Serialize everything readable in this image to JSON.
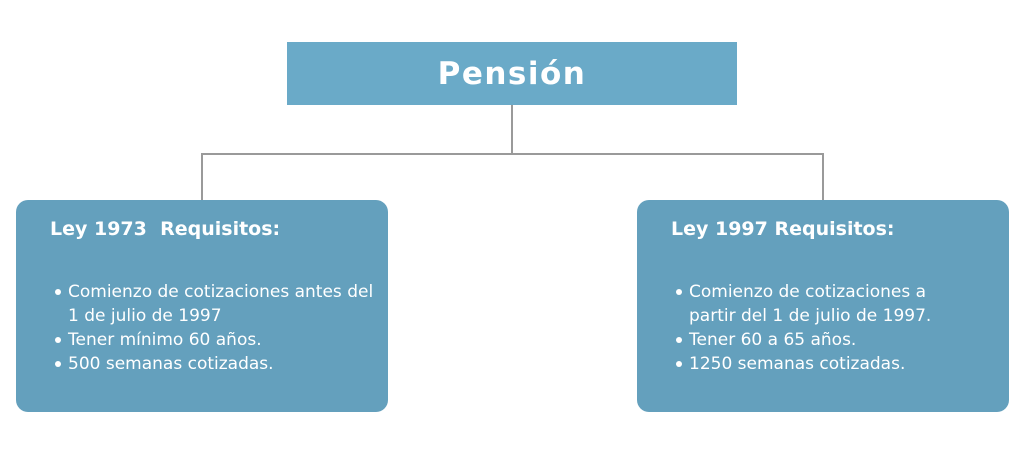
{
  "diagram": {
    "root": {
      "label": "Pensión",
      "color": "#6aaac8"
    },
    "branches": [
      {
        "title": "Ley 1973  Requisitos:",
        "items": [
          "Comienzo de cotizaciones antes del 1 de julio de 1997",
          "Tener mínimo 60 años.",
          "500 semanas cotizadas."
        ]
      },
      {
        "title": "Ley 1997 Requisitos:",
        "items": [
          "Comienzo de cotizaciones a partir del 1 de julio de 1997.",
          "Tener 60 a 65 años.",
          "1250 semanas cotizadas."
        ]
      }
    ],
    "card_color": "#64a0bd",
    "connector_color": "#9a9a9a"
  }
}
